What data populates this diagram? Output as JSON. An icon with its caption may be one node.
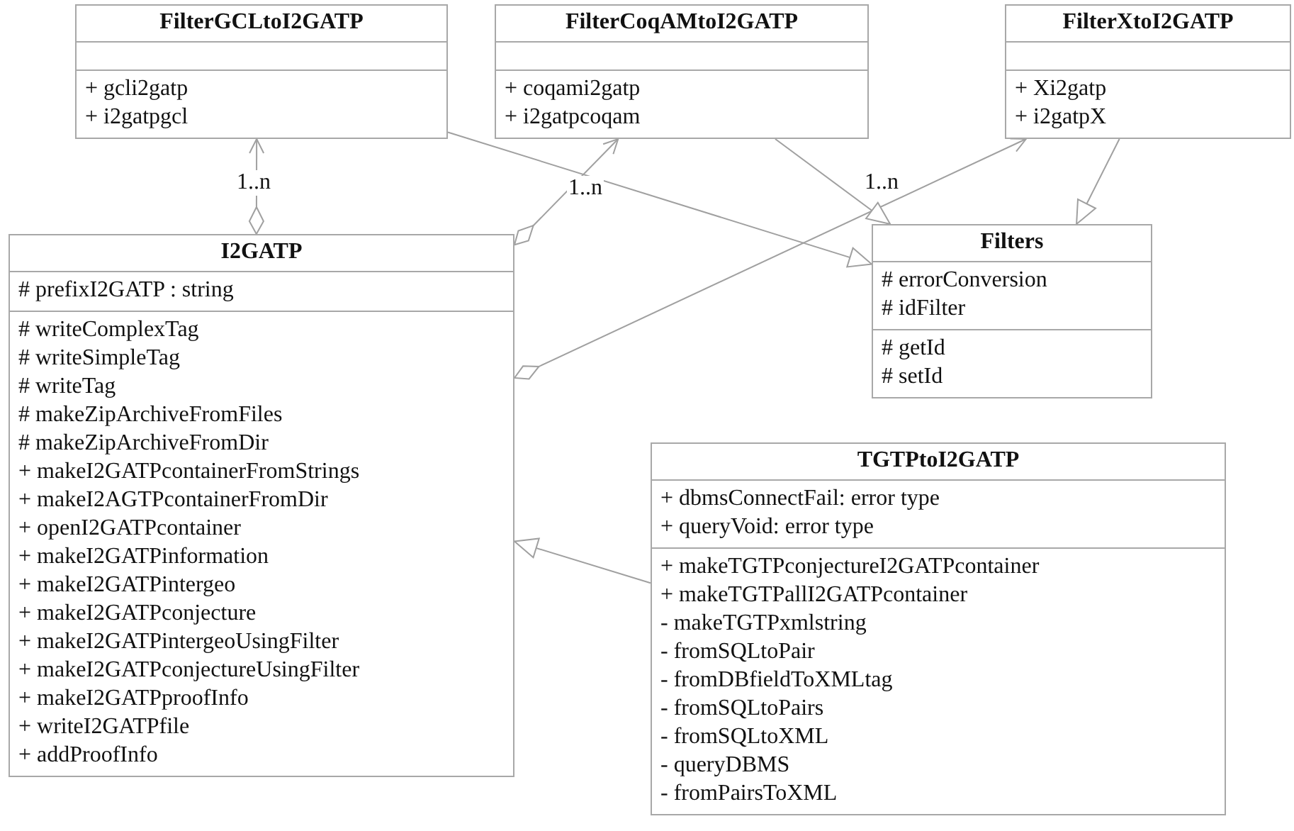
{
  "diagram": {
    "nodes": [
      {
        "text": [
          "FilterGCLtoI2GATP",
          "+ gcli2gatp",
          "+ i2gatpgcl"
        ]
      },
      {
        "text": [
          "FilterCoqAMtoI2GATP",
          "+ coqami2gatp",
          "+ i2gatpcoqam"
        ]
      },
      {
        "text": [
          "FilterXtoI2GATP",
          "+ Xi2gatp",
          "+ i2gatpX"
        ]
      },
      {
        "text": [
          "Filters",
          "# errorConversion",
          "# idFilter",
          "# getId",
          "# setId"
        ]
      },
      {
        "text": [
          "I2GATP",
          "# prefixI2GATP : string",
          "# writeComplexTag",
          "# writeSimpleTag",
          "# writeTag",
          "# makeZipArchiveFromFiles",
          "# makeZipArchiveFromDir",
          "+ makeI2GATPcontainerFromStrings",
          "+ makeI2AGTPcontainerFromDir",
          "+ openI2GATPcontainer",
          "+ makeI2GATPinformation",
          "+ makeI2GATPintergeo",
          "+ makeI2GATPconjecture",
          "+ makeI2GATPintergeoUsingFilter",
          "+ makeI2GATPconjectureUsingFilter",
          "+ makeI2GATPproofInfo",
          "+ writeI2GATPfile",
          "+ addProofInfo"
        ]
      },
      {
        "text": [
          "TGTPtoI2GATP",
          "+ dbmsConnectFail: error type",
          "+ queryVoid: error type",
          "+ makeTGTPconjectureI2GATPcontainer",
          "+ makeTGTPallI2GATPcontainer",
          "- makeTGTPxmlstring",
          "- fromSQLtoPair",
          "- fromDBfieldToXMLtag",
          "- fromSQLtoPairs",
          "- fromSQLtoXML",
          "- queryDBMS",
          "- fromPairsToXML"
        ]
      }
    ],
    "edges": [
      {
        "from": 4,
        "to": 0,
        "arrow": "to",
        "label": "1..n"
      },
      {
        "from": 4,
        "to": 1,
        "arrow": "to",
        "label": "1..n"
      },
      {
        "from": 4,
        "to": 2,
        "arrow": "to",
        "label": "1..n"
      },
      {
        "from": 0,
        "to": 3,
        "arrow": "to"
      },
      {
        "from": 1,
        "to": 3,
        "arrow": "to"
      },
      {
        "from": 2,
        "to": 3,
        "arrow": "to"
      },
      {
        "from": 5,
        "to": 4,
        "arrow": "to"
      }
    ]
  }
}
